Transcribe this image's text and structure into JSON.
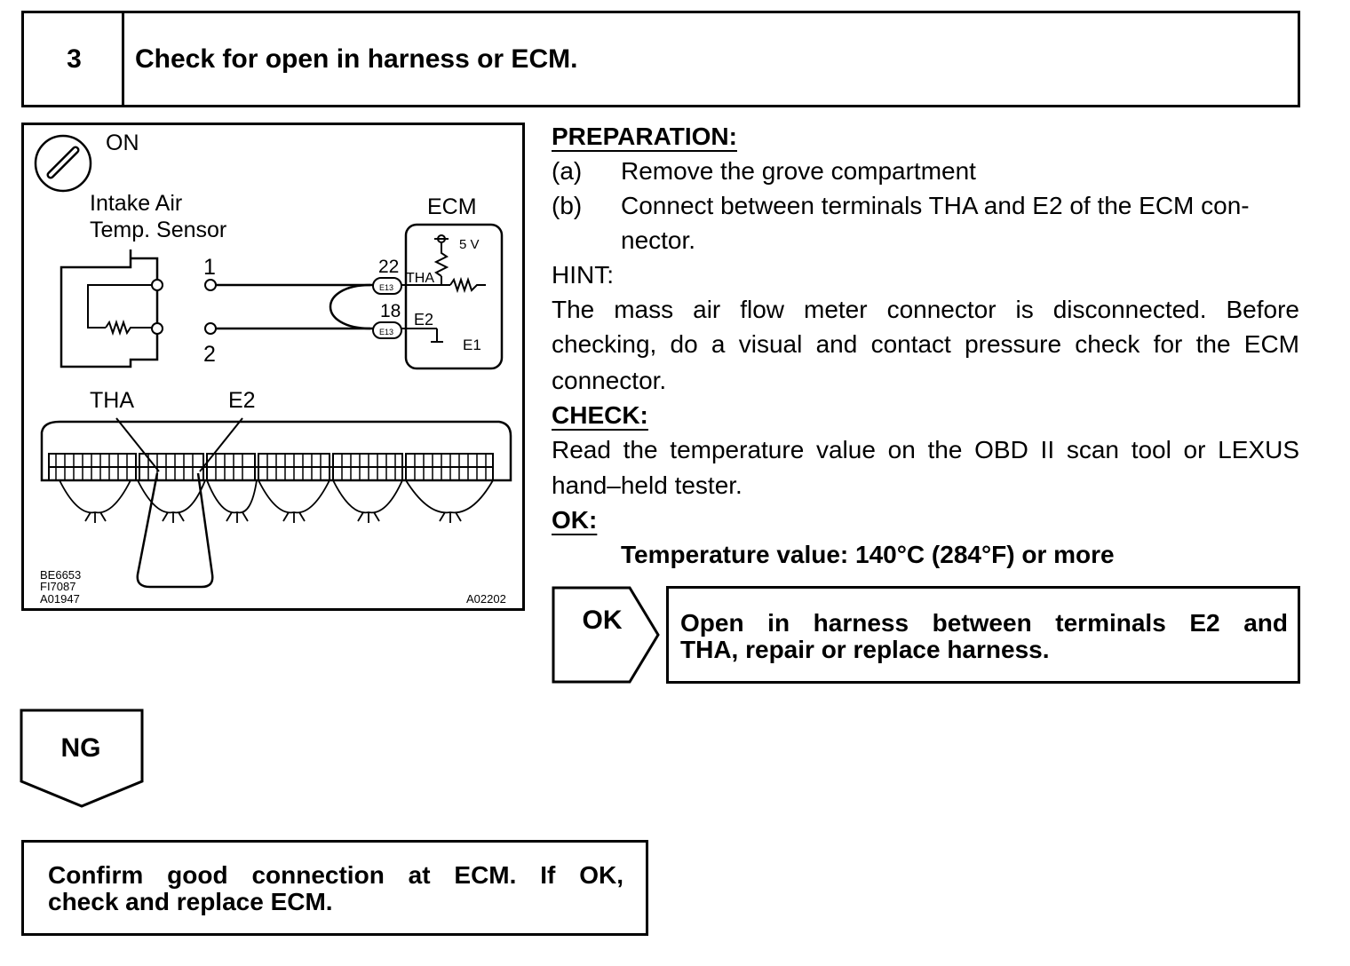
{
  "step": {
    "number": "3",
    "title": "Check for open in harness or ECM."
  },
  "diagram": {
    "ignition": "ON",
    "sensor_label_line1": "Intake Air",
    "sensor_label_line2": "Temp. Sensor",
    "ecm_label": "ECM",
    "voltage": "5 V",
    "pin1": "1",
    "pin2": "2",
    "term22": "22",
    "term18": "18",
    "tha": "THA",
    "e2": "E2",
    "e1": "E1",
    "conn_e13a": "E13",
    "conn_e13b": "E13",
    "lower_tha": "THA",
    "lower_e2": "E2",
    "ref1": "BE6653",
    "ref2": "FI7087",
    "ref3": "A01947",
    "ref4": "A02202"
  },
  "preparation": {
    "heading": "PREPARATION:",
    "items": [
      {
        "label": "(a)",
        "text": "Remove the grove compartment"
      },
      {
        "label": "(b)",
        "text": "Connect between terminals THA and E2 of the ECM con-"
      }
    ],
    "item_b_cont": "nector."
  },
  "hint": {
    "heading": "HINT:",
    "line1": "The mass air flow meter connector is disconnected. Before",
    "line2": "checking, do a visual and contact pressure check for the ECM",
    "line3": "connector."
  },
  "check": {
    "heading": "CHECK:",
    "line1": "Read the temperature value on the OBD II scan tool or LEXUS",
    "line2": "hand–held tester."
  },
  "ok": {
    "heading": "OK:",
    "spec": "Temperature value: 140°C (284°F) or more"
  },
  "ok_result": {
    "badge": "OK",
    "line1": "Open in harness between terminals E2 and",
    "line2": "THA, repair or replace harness."
  },
  "ng_result": {
    "badge": "NG",
    "line1": "Confirm good connection at ECM. If OK,",
    "line2": "check and replace ECM."
  }
}
